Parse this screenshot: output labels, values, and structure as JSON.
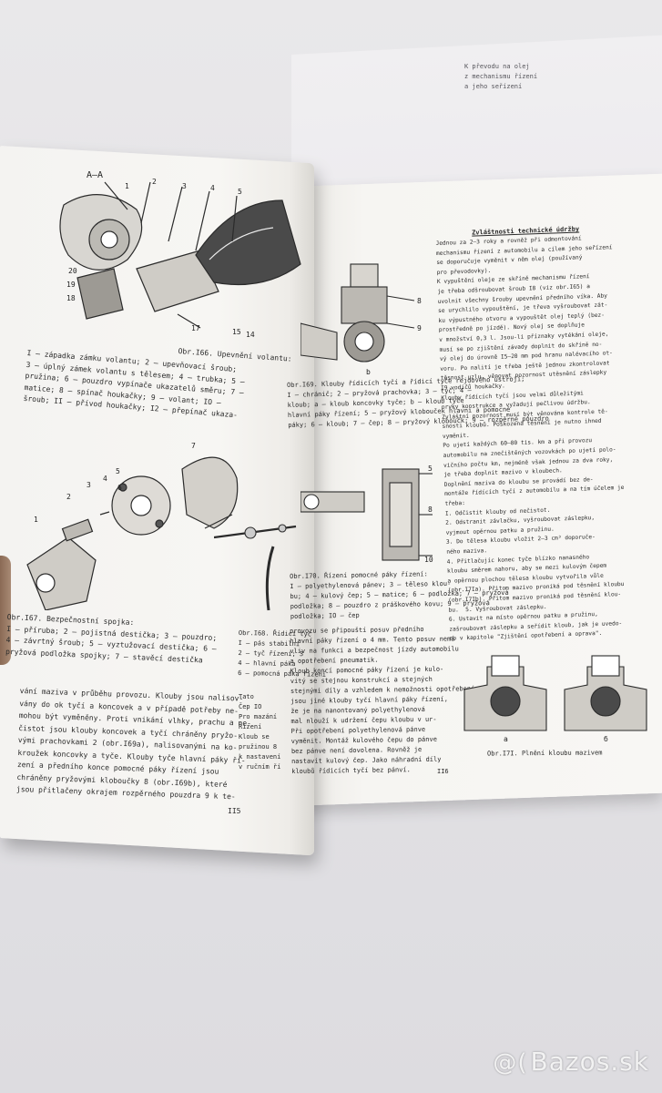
{
  "left_page": {
    "section_label": "A–A",
    "fig166_caption": "Obr.I66. Upevnění volantu:",
    "fig166_legend": [
      "I – západka zámku volantu; 2 – upevňovací šroub;",
      "3 – úplný zámek volantu s tělesem; 4 – trubka; 5 –",
      "pružina; 6 – pouzdro vypínače ukazatelů směru; 7 –",
      "matice; 8 – spínač houkačky; 9 – volant; IO –",
      "šroub; II – přívod houkačky; I2 – přepínač ukaza-"
    ],
    "fig167_caption": "Obr.I67. Bezpečnostní spojka:",
    "fig167_legend": [
      "I – příruba; 2 – pojistná destička; 3 – pouzdro;",
      "4 – závrtný šroub; 5 – vyztužovací destička; 6 –",
      "pryžová podložka spojky; 7 – stavěcí destička"
    ],
    "body_text": [
      "vání maziva v průběhu provozu. Klouby jsou nalisov-",
      "vány do ok tyčí a koncovek a v případě potřeby ne-",
      "mohou být vyměněny. Proti vnikání vlhky, prachu a ne-",
      "čistot jsou klouby koncovek a tyčí chráněny pryžo-",
      "vými prachovkami 2 (obr.I69a), nalisovanými na ko-",
      "kroužek koncovky a tyče. Klouby tyče hlavní páky ří-",
      "zení a předního konce pomocné páky řízení jsou",
      "chráněny pryžovými kloboučky 8 (obr.I69b), které",
      "jsou přitlačeny okrajem rozpěrného pouzdra 9 k te-"
    ],
    "page_number": "II5",
    "mid_caption": "Obr.I68. Řídicí tyč",
    "mid_legend": [
      "I – pás stabilní",
      "2 – tyč řízení; 3",
      "4 – hlavní páka",
      "6 – pomocná páka řízení"
    ],
    "mid_body": [
      "Tato",
      "Čep IO",
      "Pro mazání",
      "Řízení",
      "Kloub se",
      "pružinou 8",
      "k nastavení",
      "v ručním ří"
    ]
  },
  "right_page": {
    "fig169_caption": "Obr.I69. Klouby řídicích tyčí a řídicí tyče rejdového ústrojí;",
    "fig169_legend": [
      "I – chránič; 2 – pryžová prachovka; 3 – tyč; 4 –",
      "kloub; a – kloub koncovky tyče; b – kloub tyče",
      "hlavní páky řízení; 5 – pryžový klobouček hlavní a pomocné",
      "páky; 6 – kloub; 7 – čep; 8 – pryžový kloboučk; 9 – rozpěrné pouzdro"
    ],
    "fig170_caption": "Obr.I70. Řízení pomocné páky řízení:",
    "fig170_legend": [
      "I – polyethylenová pánev; 3 – těleso klou-",
      "bu; 4 – kulový čep; 5 – matice; 6 – podložka; 7 – pryžová",
      "podložka; 8 – pouzdro z práškového kovu; 9 – pryžová",
      "podložka; IO – čep"
    ],
    "col1_text": [
      "provozu se připouští posuv předního",
      "hlavní páky řízení o 4 mm. Tento posuv nemá",
      "vliv na funkci a bezpečnost jízdy automobilu",
      "a opotřebení pneumatik.",
      "Kloub koncí pomocné páky řízení je kulo-",
      "vitý se stejnou konstrukcí a stejných",
      "stejnými díly a vzhledem k nemožnosti opotřebení",
      "jsou jiné klouby tyčí hlavní páky řízení,",
      "že je na nanontovaný polyethylenová",
      "mal nlouží k udržení čepu kloubu v ur-",
      "Při opotřebení polyethylenová pánve",
      "vyměnit. Montáž kulového čepu do pánve",
      "bez pánve není dovolena. Rovněž je",
      "nastavit kulový čep. Jako náhradní díly",
      "kloubů řídicích tyčí bez pánví."
    ],
    "col2_heading": "Zvláštnosti technické údržby",
    "col2_text": [
      "Jednou za 2–3 roky a rovněž při odmontování",
      "mechanismu řízení z automobilu a cílem jeho seřízení",
      "se doporučuje vyměnit v něm olej (používaný",
      "pro převodovky).",
      "K vypuštění oleje ze skříně mechanismu řízení",
      "je třeba odšroubovat šroub I8 (viz obr.I65) a",
      "uvolnit všechny šrouby upevnění předního víka. Aby",
      "se urychlilo vypouštění, je třeva vyšroubovat zát-",
      "ku výpustného otvoru a vypouštět olej teplý (bez-",
      "prostředně po jízdě). Nový olej se doplňuje",
      "v množství 0,3 l. Jsou-li příznaky vytékání oleje,",
      "musí se po zjištění závady doplnit do skříně no-",
      "vý olej do úrovně I5–20 mm pod hranu nalévacího ot-",
      "voru. Po nalití je třeba ještě jednou zkontrolovat",
      "těsnost uzlu, věnovat pozornost utěsnění záslepky",
      "I9 vodičů houkačky.",
      "Klouby řídících tyčí jsou velmi důležitými",
      "prvky konstrukce a vyžadují pečlivou údržbu.",
      "Zvláštní pozornost musí být věnována kontrole tě-",
      "snosti kloubů. Poškozená těsnění je nutno ihned",
      "vyměnit.",
      "Po ujetí každých 60–80 tis. km a při provozu",
      "automobilu na znečištěných vozovkách po ujetí polo-",
      "vičního počtu km, nejméně však jednou za dva roky,",
      "je třeba doplnit mazivo v kloubech.",
      "Doplnění maziva do kloubu se provádí bez de-",
      "montáže řídících tyčí z automobilu a na tím účelem je",
      "třeba:",
      "I. Odčistit klouby od nečistot.",
      "2. Odstranit závlačku, vyšroubovat záslepku,",
      "vyjmout opěrnou patku a pružinu.",
      "3. Do tělesa kloubu vložit 2–3 cm³ doporuče-",
      "ného maziva.",
      "4. Přitlačujíc konec tyče blízko nanasného",
      "kloubu směrem nahoru, aby se mezi kulovým čepem",
      "a opěrnou plochou tělesa kloubu vytvořila vůle",
      "(obr.I7Ia). Přitom mazivo proniká pod těsnění kloubu",
      "(obr.I7Ib). Přitom mazivo proniká pod těsnění klou-",
      "bu.  5. Vyšroubovat záslepku.",
      "6. Ustavit na místo opěrnou patku a pružinu,",
      "zašroubovat záslepku a seřídit kloub, jak je uvedo-",
      "no v kapitole \"Zjištění opotřebení a oprava\"."
    ],
    "fig171_caption": "Obr.I7I. Plnění kloubu mazivem",
    "fig171_labels": [
      "a",
      "б"
    ],
    "page_number": "II6"
  },
  "under_page_text": [
    "K převodu na olej",
    "z mechanismu řízení",
    "a jeho seřízení"
  ],
  "watermark": "Bazos.sk",
  "watermark_icon": "at-sign-icon"
}
